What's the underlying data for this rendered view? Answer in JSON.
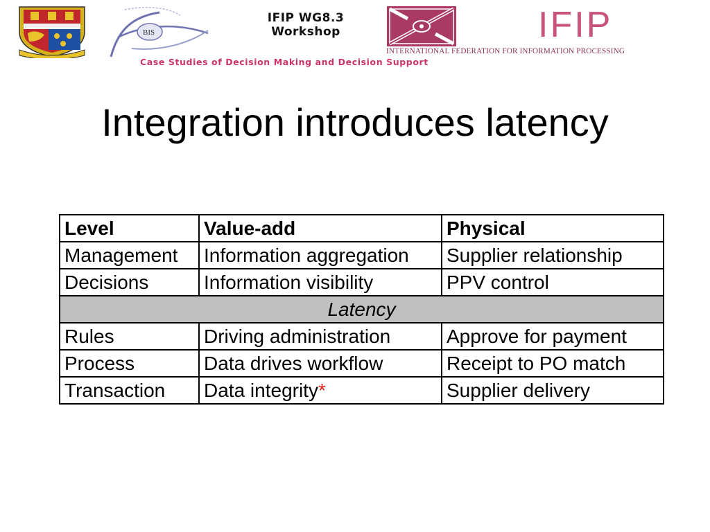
{
  "header": {
    "workshop_title_line1": "IFIP WG8.3",
    "workshop_title_line2": "Workshop",
    "bis_logo_text": "BIS",
    "ifip_acronym": "IFIP",
    "ifip_full_name": "INTERNATIONAL FEDERATION FOR INFORMATION PROCESSING",
    "case_studies_text": "Case Studies of Decision Making and Decision Support"
  },
  "slide": {
    "title": "Integration introduces latency"
  },
  "table": {
    "headers": [
      "Level",
      "Value-add",
      "Physical"
    ],
    "rows_top": [
      [
        "Management",
        "Information aggregation",
        "Supplier relationship"
      ],
      [
        "Decisions",
        "Information visibility",
        "PPV control"
      ]
    ],
    "divider_label": "Latency",
    "rows_bottom": [
      [
        "Rules",
        "Driving administration",
        "Approve for payment"
      ],
      [
        "Process",
        "Data drives workflow",
        "Receipt to PO match"
      ],
      [
        "Transaction",
        "Data integrity",
        "Supplier delivery"
      ]
    ],
    "footnote_marker": "*"
  },
  "colors": {
    "accent_pink": "#cc3366",
    "ifip_rose": "#c8547a",
    "latency_band": "#c0c0c0",
    "marker_red": "#e0201b"
  },
  "icons": [
    "university-crest-icon",
    "bis-logo-icon",
    "ifip-emblem-icon"
  ]
}
